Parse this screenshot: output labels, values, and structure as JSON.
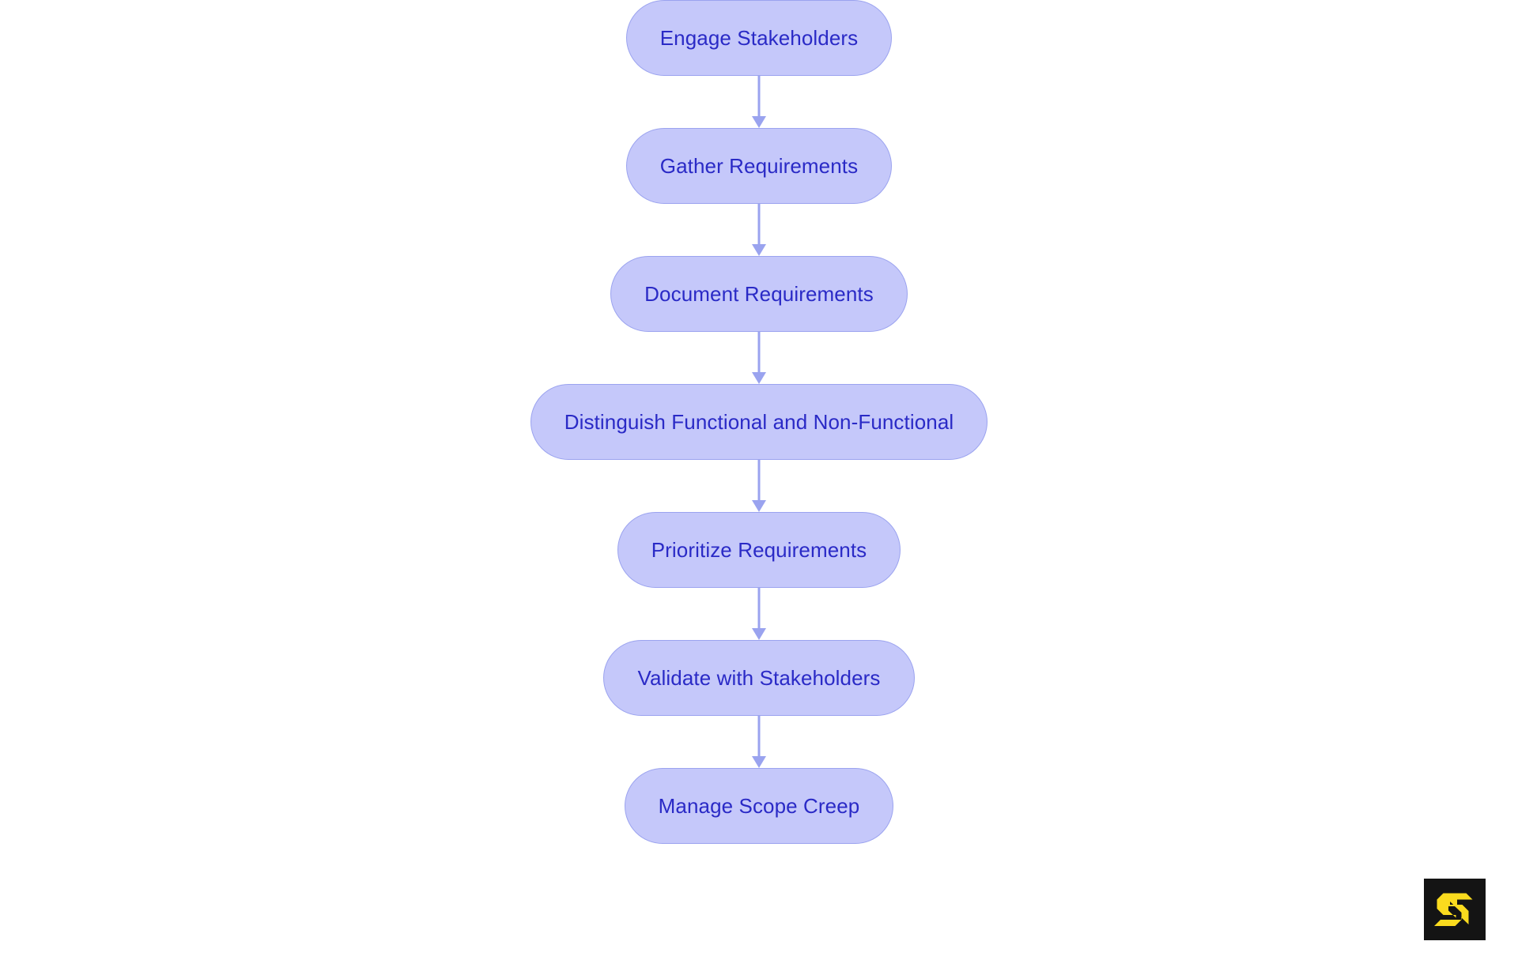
{
  "diagram": {
    "type": "flowchart",
    "orientation": "vertical",
    "background_color": "#ffffff",
    "node_fill_color": "#c5c8fa",
    "node_border_color": "#9ba3ef",
    "node_text_color": "#2a2ac6",
    "connector_color": "#9aa3ef",
    "nodes": [
      {
        "id": "engage-stakeholders",
        "label": "Engage Stakeholders"
      },
      {
        "id": "gather-requirements",
        "label": "Gather Requirements"
      },
      {
        "id": "document-requirements",
        "label": "Document Requirements"
      },
      {
        "id": "distinguish-functional-and-non-functional",
        "label": "Distinguish Functional and Non-Functional"
      },
      {
        "id": "prioritize-requirements",
        "label": "Prioritize Requirements"
      },
      {
        "id": "validate-with-stakeholders",
        "label": "Validate with Stakeholders"
      },
      {
        "id": "manage-scope-creep",
        "label": "Manage Scope Creep"
      }
    ],
    "edges": [
      {
        "from": "engage-stakeholders",
        "to": "gather-requirements",
        "label": ""
      },
      {
        "from": "gather-requirements",
        "to": "document-requirements",
        "label": ""
      },
      {
        "from": "document-requirements",
        "to": "distinguish-functional-and-non-functional",
        "label": ""
      },
      {
        "from": "distinguish-functional-and-non-functional",
        "to": "prioritize-requirements",
        "label": ""
      },
      {
        "from": "prioritize-requirements",
        "to": "validate-with-stakeholders",
        "label": ""
      },
      {
        "from": "validate-with-stakeholders",
        "to": "manage-scope-creep",
        "label": ""
      }
    ]
  },
  "watermark": {
    "icon": "letter-s-logo-icon",
    "mark_color": "#FADB1E",
    "background_color": "#141414"
  }
}
